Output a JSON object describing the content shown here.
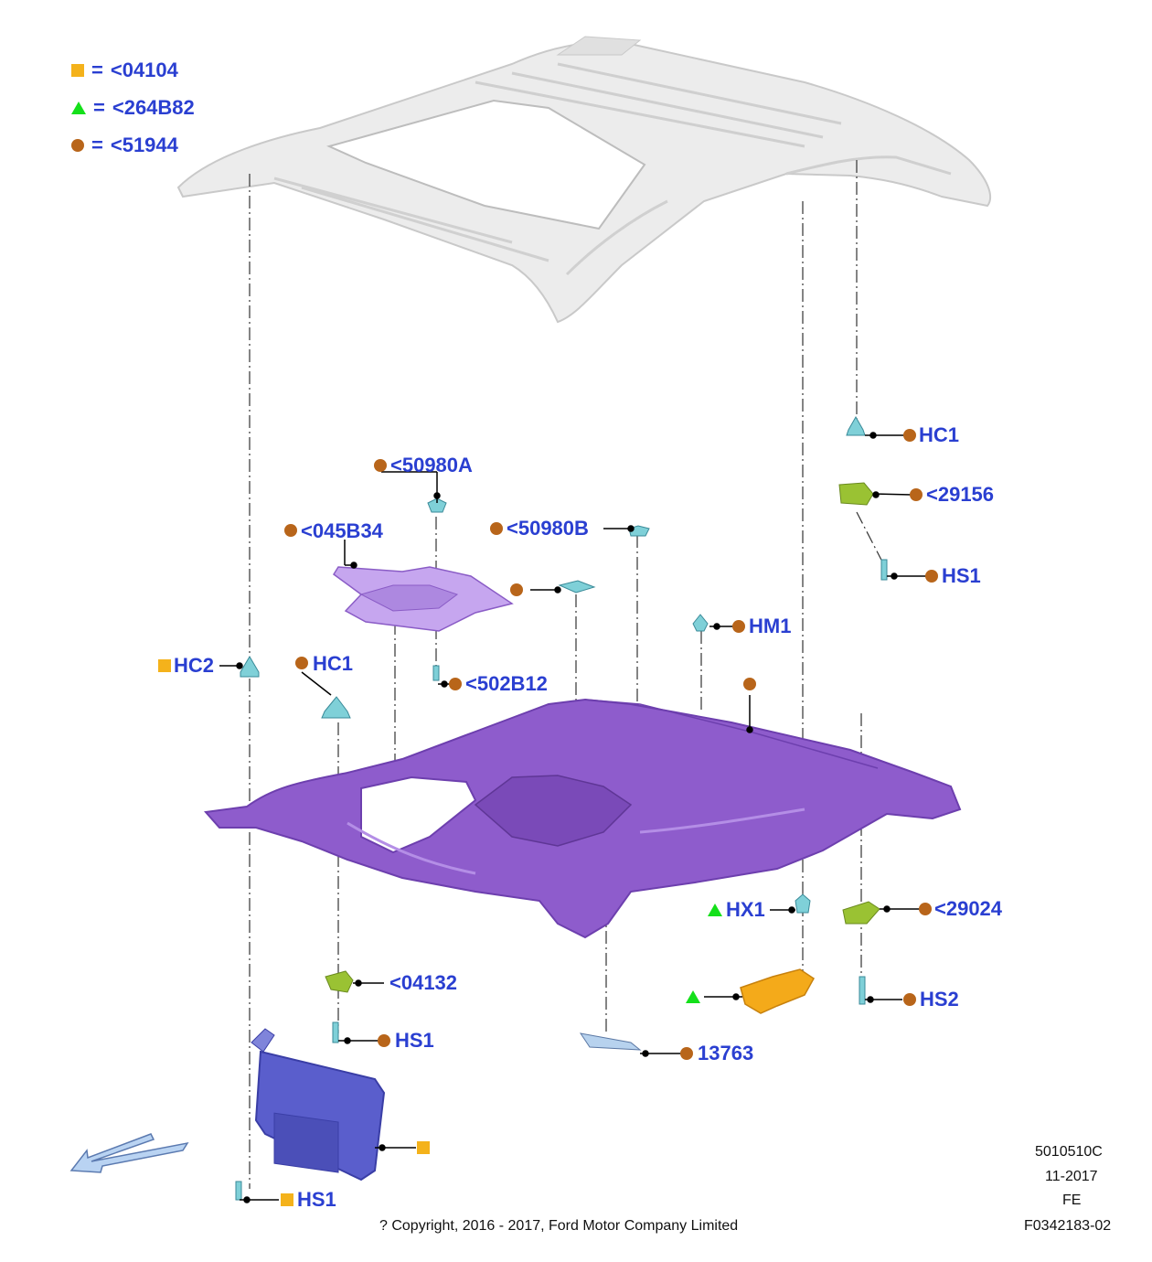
{
  "legend": {
    "square_text": "<04104",
    "triangle_text": "<264B82",
    "circle_text": "<51944",
    "equals": "="
  },
  "colors": {
    "label_blue": "#2a3fd1",
    "square": "#f4b21b",
    "triangle": "#14e01a",
    "circle": "#b8651a",
    "headliner": "#8e5ccc",
    "roof": "#e6e6e6",
    "fastener": "#7fd0d8",
    "bracket_green": "#9ac233",
    "orange_part": "#f4aa1a",
    "visor": "#5a5ecc"
  },
  "callouts": {
    "hc1_right": "HC1",
    "p29156": "<29156",
    "hs1_right": "HS1",
    "p50980a": "<50980A",
    "p045b34": "<045B34",
    "p50980b": "<50980B",
    "hm1": "HM1",
    "hc2": "HC2",
    "hc1_left": "HC1",
    "p502b12": "<502B12",
    "hx1": "HX1",
    "p29024": "<29024",
    "p04132": "<04132",
    "hs2": "HS2",
    "hs1_mid": "HS1",
    "p13763": "13763",
    "hs1_bottom": "HS1"
  },
  "icons": {
    "orientation_arrow": "forward-arrow-icon"
  },
  "footer": {
    "code1": "5010510C",
    "date": "11-2017",
    "region": "FE",
    "ref": "F0342183-02",
    "copyright": "? Copyright, 2016 - 2017, Ford Motor Company Limited"
  }
}
